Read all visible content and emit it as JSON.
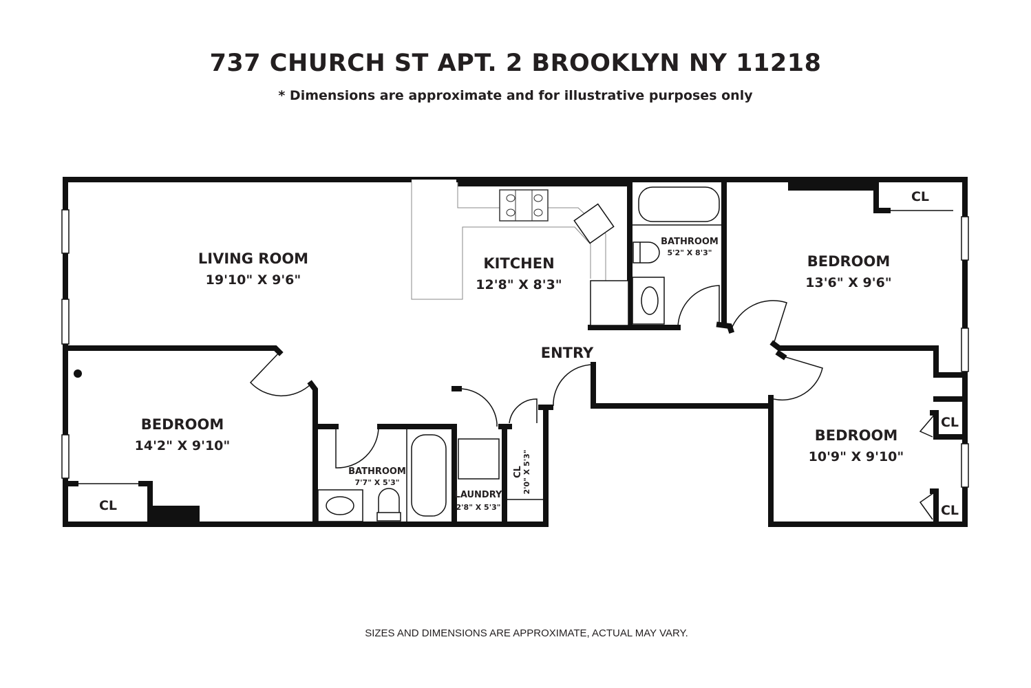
{
  "header": {
    "title": "737 CHURCH ST APT. 2 BROOKLYN NY 11218",
    "subtitle": "* Dimensions are approximate and for illustrative purposes only"
  },
  "rooms": {
    "living_room": {
      "name": "LIVING ROOM",
      "size": "19'10\" X 9'6\""
    },
    "kitchen": {
      "name": "KITCHEN",
      "size": "12'8\" X 8'3\""
    },
    "bathroom_top": {
      "name": "BATHROOM",
      "size": "5'2\" X 8'3\""
    },
    "bedroom_top_right": {
      "name": "BEDROOM",
      "size": "13'6\" X 9'6\""
    },
    "entry": {
      "name": "ENTRY"
    },
    "bedroom_left": {
      "name": "BEDROOM",
      "size": "14'2\" X 9'10\""
    },
    "bathroom_bottom": {
      "name": "BATHROOM",
      "size": "7'7\" X 5'3\""
    },
    "laundry": {
      "name": "LAUNDRY",
      "size": "2'8\" X 5'3\""
    },
    "closet_hall": {
      "name": "CL",
      "size": "2'0\" X 5'3\""
    },
    "bedroom_bottom_right": {
      "name": "BEDROOM",
      "size": "10'9\" X 9'10\""
    },
    "closets": [
      "CL",
      "CL",
      "CL",
      "CL"
    ]
  },
  "footer": {
    "note": "SIZES AND DIMENSIONS ARE APPROXIMATE, ACTUAL MAY VARY."
  }
}
